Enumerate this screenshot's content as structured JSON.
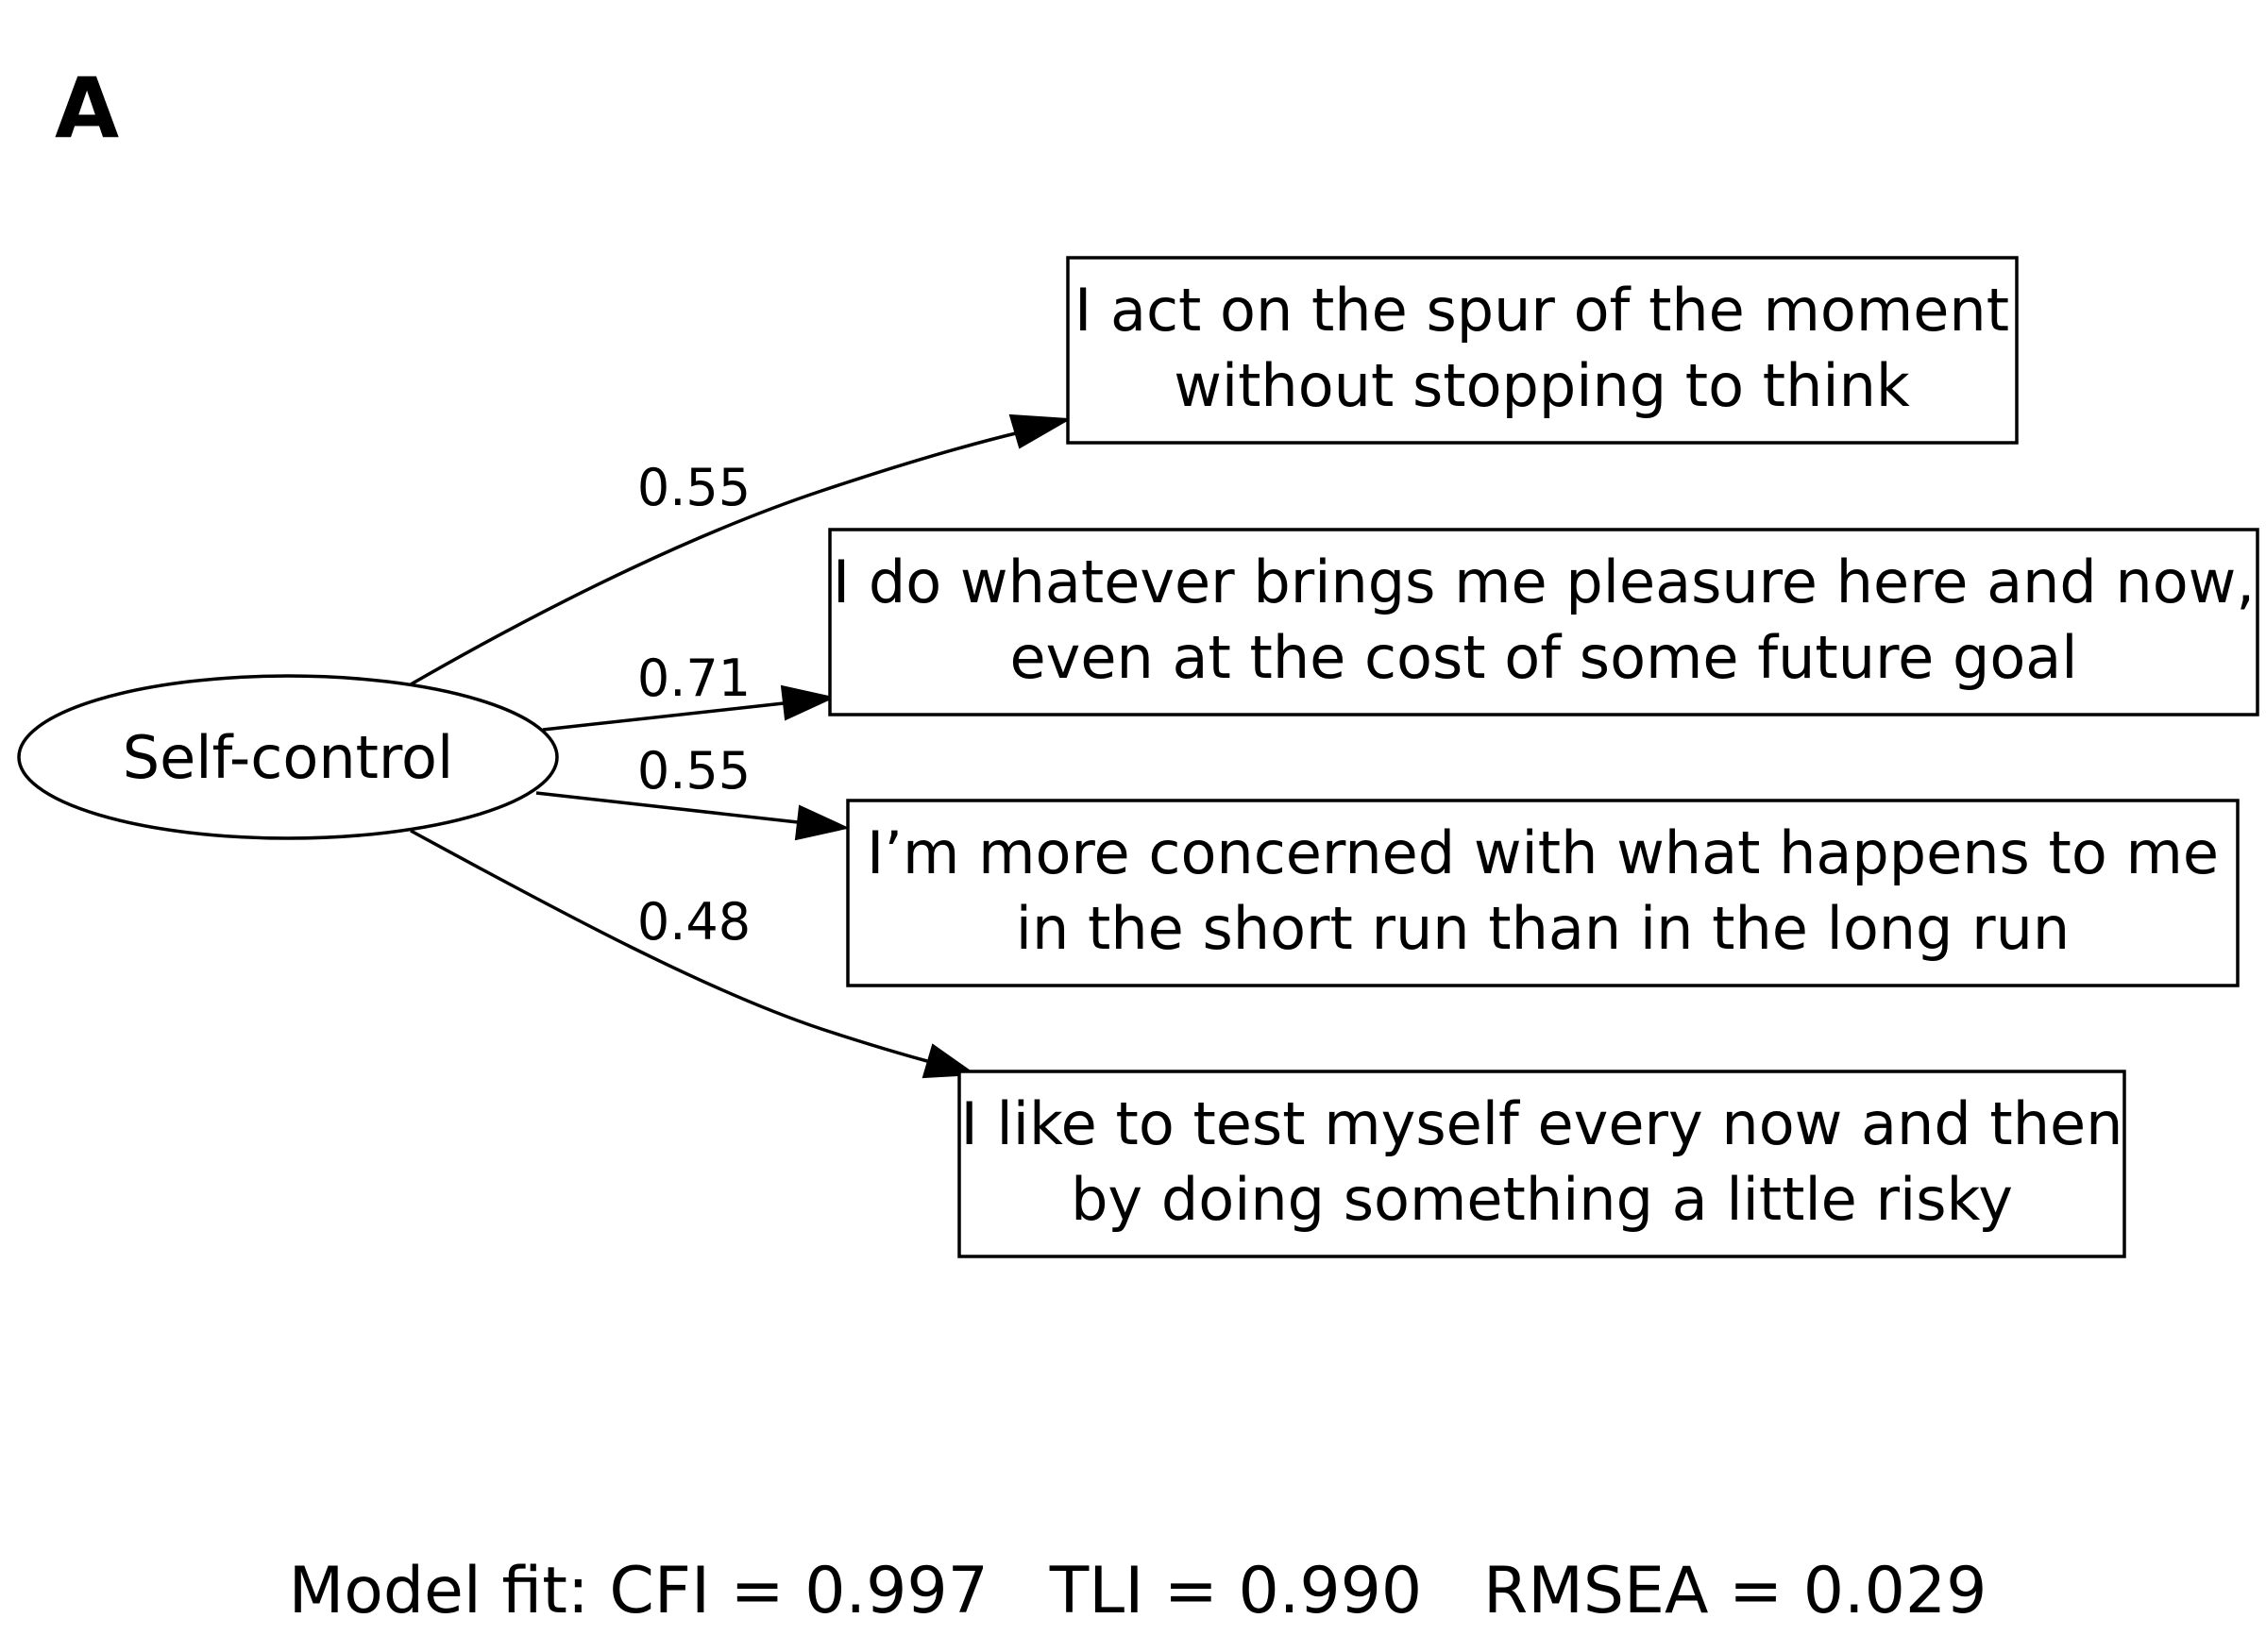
{
  "panel_label": "A",
  "latent": {
    "label": "Self-control"
  },
  "indicators": [
    {
      "lines": [
        "I act on the spur of the moment",
        "without stopping to think"
      ],
      "loading": "0.55"
    },
    {
      "lines": [
        "I do whatever brings me pleasure here and now,",
        "even at the cost of some future goal"
      ],
      "loading": "0.71"
    },
    {
      "lines": [
        "I’m more concerned with what happens to me",
        "in the short run than in the long run"
      ],
      "loading": "0.55"
    },
    {
      "lines": [
        "I like to test myself every now and then",
        "by doing something a little risky"
      ],
      "loading": "0.48"
    }
  ],
  "model_fit": {
    "text": "Model fit: CFI = 0.997   TLI = 0.990   RMSEA = 0.029"
  }
}
